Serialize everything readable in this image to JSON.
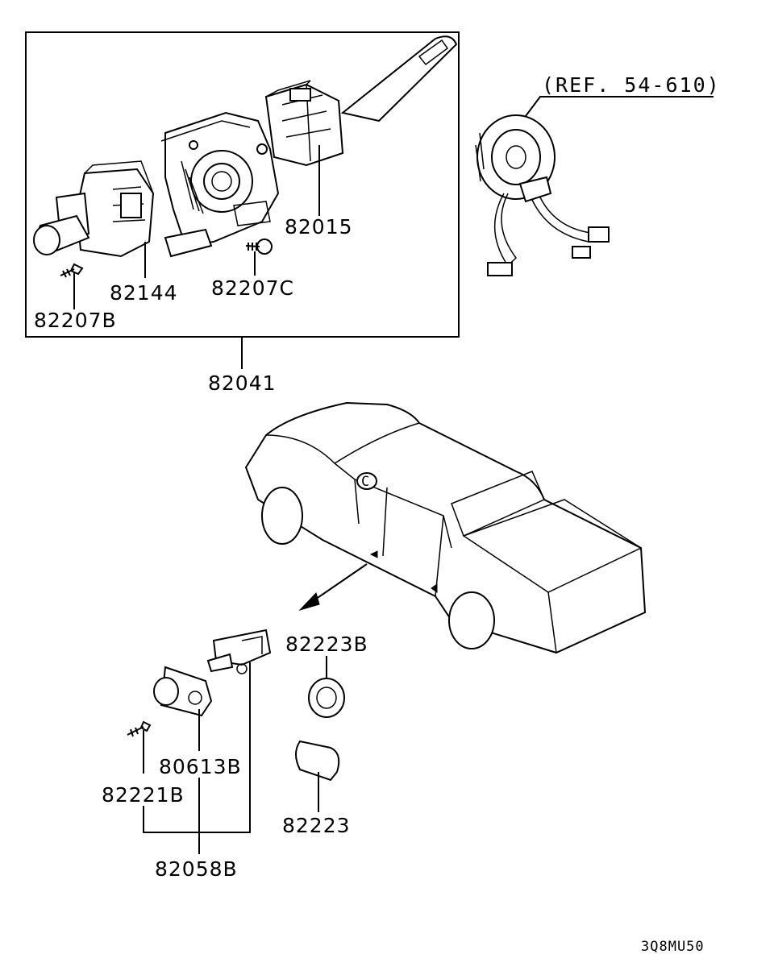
{
  "labels": {
    "p82015": "82015",
    "p82144": "82144",
    "p82207C": "82207C",
    "p82207B": "82207B",
    "p82041": "82041",
    "ref": "(REF. 54-610)",
    "p82223B": "82223B",
    "p80613B": "80613B",
    "p82221B": "82221B",
    "p82223": "82223",
    "p82058B": "82058B",
    "code": "3Q8MU50"
  }
}
